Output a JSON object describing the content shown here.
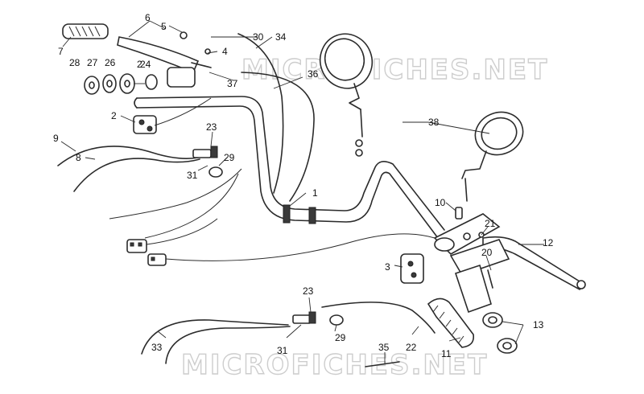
{
  "watermark_text": "MICROFICHES.NET",
  "callouts": [
    "1",
    "2",
    "2",
    "3",
    "4",
    "5",
    "6",
    "7",
    "8",
    "9",
    "10",
    "11",
    "12",
    "13",
    "20",
    "21",
    "22",
    "23",
    "23",
    "24",
    "26",
    "27",
    "28",
    "29",
    "29",
    "30",
    "31",
    "31",
    "33",
    "34",
    "35",
    "36",
    "37",
    "38"
  ]
}
